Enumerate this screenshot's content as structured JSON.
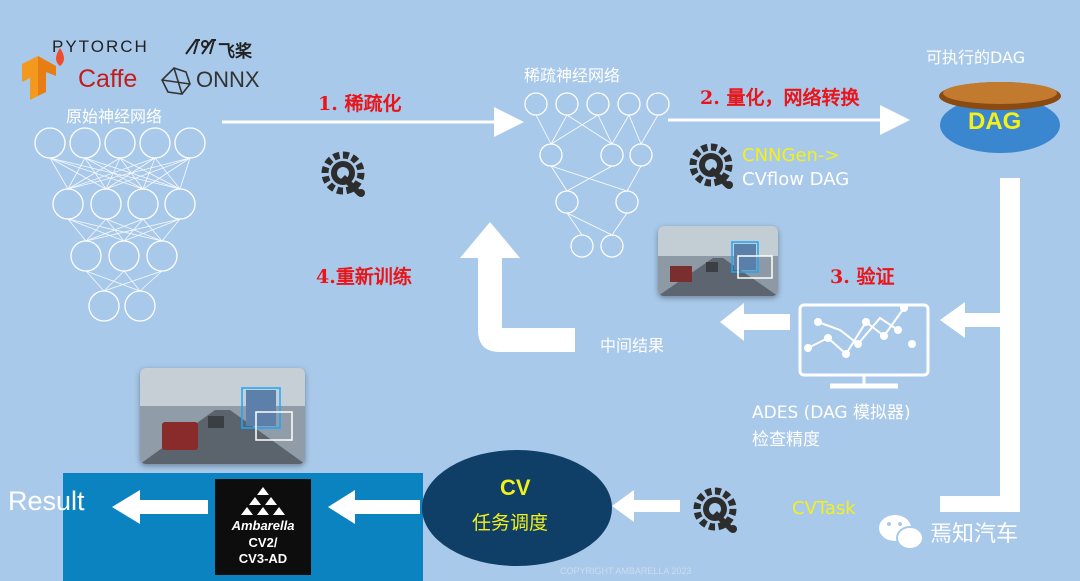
{
  "brands": {
    "pytorch": "PYTORCH",
    "paddle": "飞桨",
    "caffe": "Caffe",
    "onnx": "ONNX"
  },
  "labels": {
    "original_network": "原始神经网络",
    "sparse_network": "稀疏神经网络",
    "executable_dag": "可执行的DAG",
    "dag": "DAG",
    "cnngen_line1": "CNNGen->",
    "cnngen_line2": "CVflow DAG",
    "intermediate_result": "中间结果",
    "ades_line1": "ADES (DAG 模拟器)",
    "ades_line2": "检查精度",
    "cvtask": "CVTask",
    "cv_title": "CV",
    "cv_subtitle": "任务调度",
    "result": "Result",
    "chip_brand": "Ambarella",
    "chip_model_1": "CV2/",
    "chip_model_2": "CV3-AD",
    "watermark_name": "焉知汽车",
    "copyright": "COPYRIGHT AMBARELLA 2023"
  },
  "steps": {
    "step1": "1. 稀疏化",
    "step2": "2. 量化，网络转换",
    "step3": "3. 验证",
    "step4": "4.重新训练"
  },
  "colors": {
    "background": "#a9c9ea",
    "step_red": "#e8151b",
    "dag_blue": "#3a86cf",
    "dag_rim": "#8a4a12",
    "cv_ellipse": "#0f3f66",
    "bottom_band": "#0b83c0",
    "highlight_yellow": "#f3f01a"
  }
}
